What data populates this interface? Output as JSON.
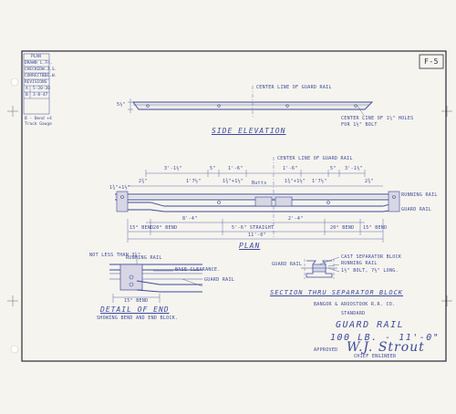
{
  "sheet_number": "F-5",
  "title_block": {
    "header": "PLAN",
    "rows": [
      {
        "label": "DRAWN",
        "value": "L.Fn."
      },
      {
        "label": "CHECKED",
        "value": "W.J.S."
      },
      {
        "label": "CORRECTED",
        "value": "J.E.W."
      }
    ],
    "revisions_label": "REVISIONS",
    "revisions": [
      {
        "mark": "A",
        "date": "5-20-30"
      },
      {
        "mark": "B",
        "date": "3-8-47"
      }
    ]
  },
  "side_note": "B - Bend +4\nTrack Gauge",
  "side_elevation": {
    "title": "SIDE ELEVATION",
    "centerline_note": "CENTER LINE OF GUARD RAIL",
    "height_dim": "5½\"",
    "holes_note": "CENTER LINE OF 1¼\" HOLES\nFOR 1½\" BOLT"
  },
  "plan": {
    "title": "PLAN",
    "centerline_note": "CENTER LINE OF GUARD RAIL",
    "top_dims": [
      "3'-1½\"",
      "5\"",
      "1'-6\"",
      "1'-6\"",
      "5\"",
      "3'-1½\""
    ],
    "second_dims": [
      "2¾\"",
      "1'7½\"",
      "1¾\"+1½\"",
      "Butts",
      "1¾\"+1½\"",
      "1'7½\"",
      "2¾\""
    ],
    "end_dim": "1¾\"+1½\"",
    "running_rail": "RUNNING RAIL",
    "guard_rail": "GUARD RAIL",
    "lower_dims": [
      "8'-4\"",
      "2'-4\""
    ],
    "bend_labels": [
      "15° BEND",
      "20° BEND",
      "20° BEND",
      "15° BEND"
    ],
    "straight_label": "5'-6\" STRAIGHT",
    "overall": "11'-0\""
  },
  "detail_end": {
    "title": "DETAIL OF END",
    "subtitle": "SHOWING BEND AND END BLOCK.",
    "not_less_than": "NOT LESS THAN 3¾\"",
    "running_rail": "RUNNING RAIL",
    "base_clearance": "BASE CLEARANCE.",
    "guard_rail": "GUARD RAIL",
    "bend": "15° BEND"
  },
  "section": {
    "title": "SECTION THRU SEPARATOR BLOCK",
    "guard_rail": "GUARD RAIL",
    "cast_block": "CAST SEPARATOR BLOCK",
    "running_rail": "RUNNING RAIL",
    "bolt_note": "1½\" BOLT, 7½\" LONG."
  },
  "company": {
    "line1": "BANGOR & AROOSTOOK R.R. CO.",
    "line2": "STANDARD",
    "title": "GUARD RAIL",
    "spec": "100 LB. - 11'-0\"",
    "approved": "APPROVED",
    "signature": "W.J. Strout",
    "engineer": "CHIEF ENGINEER"
  },
  "colors": {
    "paper": "#f6f4ee",
    "ink": "#3b4a9c",
    "border": "#2a2a3a"
  }
}
